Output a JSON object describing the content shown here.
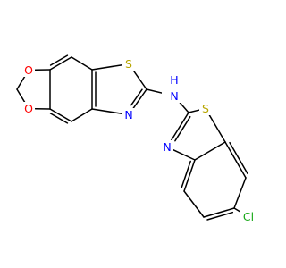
{
  "molecule": {
    "atoms": {
      "o1": "O",
      "o2": "O",
      "s1": "S",
      "n1": "N",
      "nh": "N",
      "h": "H",
      "s2": "S",
      "n2": "N",
      "cl": "Cl"
    }
  },
  "colors": {
    "bond": "#000000",
    "oxygen": "#ff0000",
    "sulfur": "#b8a600",
    "nitrogen": "#0000ff",
    "chlorine": "#18a818"
  }
}
